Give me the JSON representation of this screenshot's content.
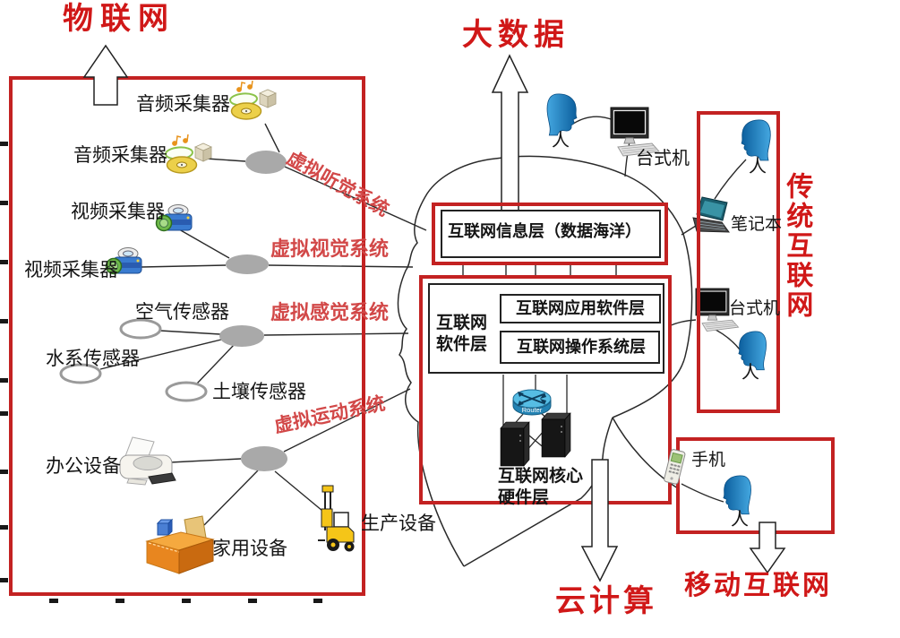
{
  "titles": {
    "iot": "物联网",
    "big_data": "大数据",
    "cloud_computing": "云计算",
    "traditional_internet": "传统互联网",
    "mobile_internet": "移动互联网"
  },
  "iot_region": {
    "devices": {
      "audio_collector_1": "音频采集器",
      "audio_collector_2": "音频采集器",
      "video_collector_1": "视频采集器",
      "video_collector_2": "视频采集器",
      "air_sensor": "空气传感器",
      "water_sensor": "水系传感器",
      "soil_sensor": "土壤传感器",
      "office_equipment": "办公设备",
      "home_equipment": "家用设备",
      "production_equipment": "生产设备"
    },
    "virtual_systems": {
      "hearing": "虚拟听觉系统",
      "vision": "虚拟视觉系统",
      "sensing": "虚拟感觉系统",
      "motion": "虚拟运动系统"
    }
  },
  "brain_layers": {
    "info_layer": "互联网信息层（数据海洋）",
    "software_layer": "互联网\n软件层",
    "app_layer": "互联网应用软件层",
    "os_layer": "互联网操作系统层",
    "hardware_layer": "互联网核心\n硬件层",
    "router_label": "Router"
  },
  "people_devices": {
    "person_top": "人",
    "desktop_top": "台式机",
    "person_right_top": "人",
    "laptop": "笔记本",
    "desktop_right": "台式机",
    "person_right_bottom": "人",
    "phone": "手机",
    "person_mobile": "人"
  },
  "colors": {
    "box_red": "#c32222",
    "title_red": "#d01818",
    "system_label_red": "#d24848",
    "hub_gray": "#a9a9a9",
    "person_blue": "#1f86c8",
    "line_black": "#2a2a2a"
  }
}
